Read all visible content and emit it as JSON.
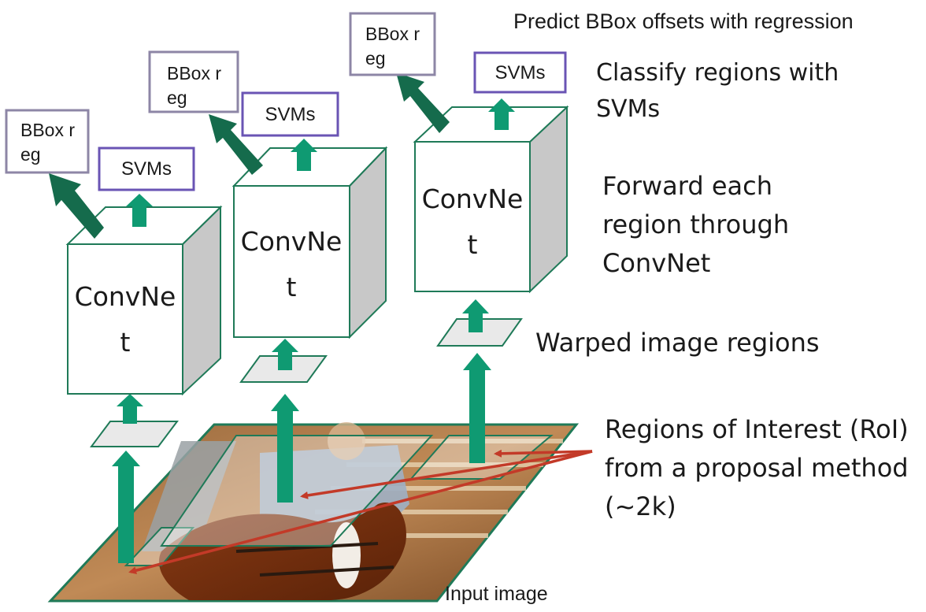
{
  "labels": {
    "predict_bbox": "Predict BBox offsets with regression",
    "classify_svms": "Classify regions with SVMs",
    "forward_each": "Forward each region through ConvNet",
    "warped_regions": "Warped image regions",
    "roi_proposal": "Regions of Interest (RoI) from a proposal method (~2k)",
    "input_image": "Input image"
  },
  "pipelines": [
    {
      "convnet": "ConvNet",
      "bbox": "BBox reg",
      "svm": "SVMs"
    },
    {
      "convnet": "ConvNet",
      "bbox": "BBox reg",
      "svm": "SVMs"
    },
    {
      "convnet": "ConvNet",
      "bbox": "BBox reg",
      "svm": "SVMs"
    }
  ],
  "colors": {
    "arrow": "#0f9a72",
    "arrow_diag": "#156b4c",
    "cube_edge": "#1f7a58",
    "cube_side": "#c8c8c8",
    "bbox_border": "#8d86a6",
    "svm_border": "#6a54b4",
    "roi_arrow": "#c33a28"
  }
}
